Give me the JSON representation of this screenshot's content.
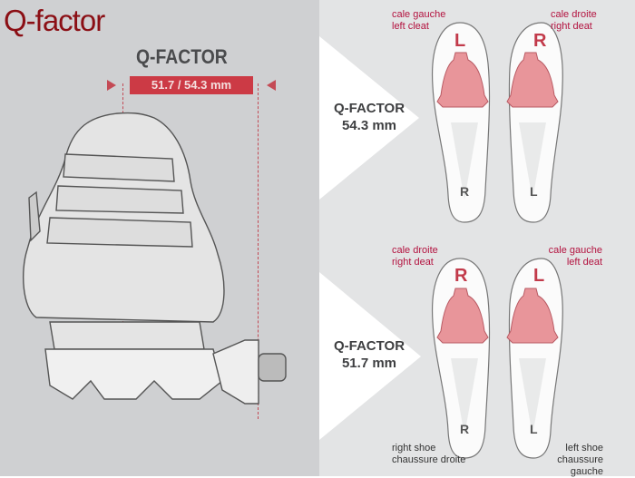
{
  "title": "Q-factor",
  "left_panel": {
    "heading": "Q-FACTOR",
    "measurement": "51.7  /  54.3 mm"
  },
  "top_row": {
    "qfactor_label": "Q-FACTOR",
    "qfactor_value": "54.3 mm",
    "left_sole": {
      "cleat_label_fr": "cale gauche",
      "cleat_label_en": "left cleat",
      "cleat_letter": "L",
      "heel_letter": "R"
    },
    "right_sole": {
      "cleat_label_fr": "cale droite",
      "cleat_label_en": "right deat",
      "cleat_letter": "R",
      "heel_letter": "L"
    }
  },
  "bottom_row": {
    "qfactor_label": "Q-FACTOR",
    "qfactor_value": "51.7 mm",
    "left_sole": {
      "cleat_label_fr": "cale droite",
      "cleat_label_en": "right deat",
      "cleat_letter": "R",
      "heel_letter": "R",
      "shoe_en": "right shoe",
      "shoe_fr": "chaussure droite"
    },
    "right_sole": {
      "cleat_label_fr": "cale gauche",
      "cleat_label_en": "left deat",
      "cleat_letter": "L",
      "heel_letter": "L",
      "shoe_en": "left shoe",
      "shoe_fr": "chaussure gauche"
    }
  },
  "colors": {
    "accent": "#cc3a45",
    "title": "#8b0f15",
    "label_red": "#b3123f",
    "cleat": "#e8959a"
  }
}
